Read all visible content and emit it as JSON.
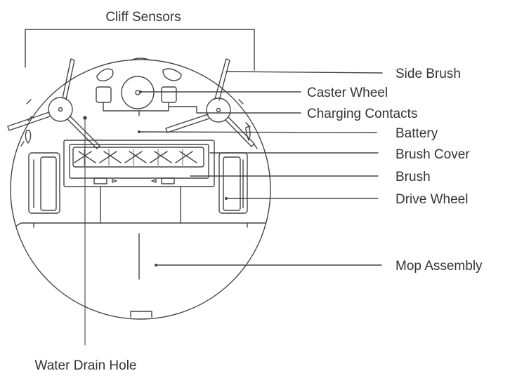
{
  "colors": {
    "line": "#444444",
    "text": "#333333",
    "background": "#ffffff"
  },
  "labels": {
    "cliff_sensors": "Cliff Sensors",
    "side_brush": "Side Brush",
    "caster_wheel": "Caster Wheel",
    "charging_contacts": "Charging Contacts",
    "battery": "Battery",
    "brush_cover": "Brush Cover",
    "brush": "Brush",
    "drive_wheel": "Drive Wheel",
    "mop_assembly": "Mop Assembly",
    "water_drain_hole": "Water Drain Hole"
  }
}
